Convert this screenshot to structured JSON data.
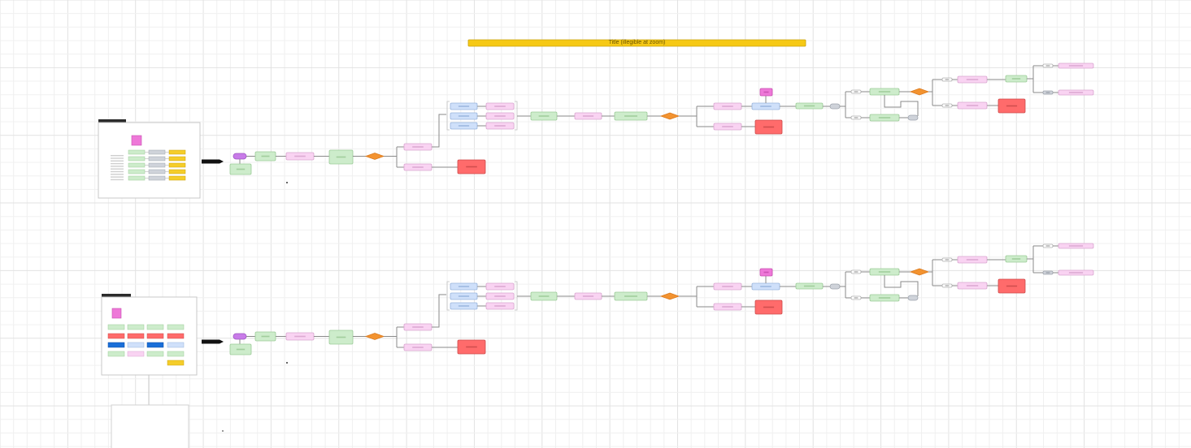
{
  "canvas": {
    "name": "diagram-canvas",
    "text_legible": false,
    "grid": true
  },
  "colors": {
    "grid_minor": "#f0f0f0",
    "grid_major": "#e2e2e2",
    "connector": "#8a8a8a",
    "title_bar": "#f6c915",
    "title_bar_border": "#c9a20c",
    "pink": "#f9d3f2",
    "pink_border": "#d9a6cf",
    "green": "#cdeccb",
    "green_border": "#9ccb98",
    "blue": "#cfe0fa",
    "blue_border": "#98b4dd",
    "dark_blue": "#1a6fd8",
    "red": "#ff6b6b",
    "red_border": "#cc4b4b",
    "orange": "#f39330",
    "magenta": "#ee78d8",
    "purple": "#c87be8",
    "gray": "#cfd3da",
    "yellow": "#f5cd2a",
    "black": "#111111",
    "frame_header": "#2b2b2b"
  },
  "title_banner": {
    "label": "Title (illegible at zoom)",
    "icon": "banner"
  },
  "thumbnails": [
    {
      "name": "thumbnail-1",
      "legend": "text-block"
    },
    {
      "name": "thumbnail-2",
      "legend": "grid"
    }
  ],
  "empty_frame": {
    "name": "empty-frame",
    "label": ""
  },
  "flows": [
    {
      "name": "flow-top",
      "start_arrow": "arrow-right-icon",
      "nodes": [
        {
          "id": "start",
          "kind": "terminal",
          "color": "purple"
        },
        {
          "id": "note",
          "kind": "process",
          "color": "green"
        },
        {
          "id": "p1",
          "kind": "process",
          "color": "green"
        },
        {
          "id": "p2",
          "kind": "process",
          "color": "pink"
        },
        {
          "id": "p3",
          "kind": "process",
          "color": "green"
        },
        {
          "id": "d1",
          "kind": "decision",
          "color": "orange"
        },
        {
          "id": "b1",
          "kind": "process",
          "color": "pink"
        },
        {
          "id": "b2",
          "kind": "process",
          "color": "pink"
        },
        {
          "id": "err1",
          "kind": "error",
          "color": "red"
        },
        {
          "id": "g1a",
          "kind": "process",
          "color": "blue"
        },
        {
          "id": "g1b",
          "kind": "process",
          "color": "blue"
        },
        {
          "id": "g1c",
          "kind": "process",
          "color": "blue"
        },
        {
          "id": "g2a",
          "kind": "process",
          "color": "pink"
        },
        {
          "id": "g2b",
          "kind": "process",
          "color": "pink"
        },
        {
          "id": "g2c",
          "kind": "process",
          "color": "pink"
        },
        {
          "id": "q1",
          "kind": "process",
          "color": "green"
        },
        {
          "id": "q2",
          "kind": "process",
          "color": "pink"
        },
        {
          "id": "q3",
          "kind": "process",
          "color": "green"
        },
        {
          "id": "d2",
          "kind": "decision",
          "color": "orange"
        },
        {
          "id": "r1",
          "kind": "process",
          "color": "pink"
        },
        {
          "id": "r2",
          "kind": "process",
          "color": "pink"
        },
        {
          "id": "rb",
          "kind": "process",
          "color": "blue"
        },
        {
          "id": "rm",
          "kind": "note",
          "color": "magenta"
        },
        {
          "id": "err2",
          "kind": "error",
          "color": "red"
        },
        {
          "id": "s1",
          "kind": "process",
          "color": "green"
        },
        {
          "id": "pill1",
          "kind": "terminal",
          "color": "gray"
        },
        {
          "id": "lab1",
          "kind": "label",
          "color": "white"
        },
        {
          "id": "lab2",
          "kind": "label",
          "color": "white"
        },
        {
          "id": "t1",
          "kind": "process",
          "color": "green"
        },
        {
          "id": "t2",
          "kind": "process",
          "color": "green"
        },
        {
          "id": "pill2",
          "kind": "terminal",
          "color": "gray"
        },
        {
          "id": "d3",
          "kind": "decision",
          "color": "orange"
        },
        {
          "id": "lab3",
          "kind": "label",
          "color": "white"
        },
        {
          "id": "lab4",
          "kind": "label",
          "color": "white"
        },
        {
          "id": "u1",
          "kind": "process",
          "color": "pink"
        },
        {
          "id": "u2",
          "kind": "process",
          "color": "pink"
        },
        {
          "id": "err3",
          "kind": "error",
          "color": "red"
        },
        {
          "id": "v1",
          "kind": "process",
          "color": "green"
        },
        {
          "id": "lab5",
          "kind": "label",
          "color": "white"
        },
        {
          "id": "lab6",
          "kind": "label",
          "color": "gray"
        },
        {
          "id": "w1",
          "kind": "process",
          "color": "pink"
        },
        {
          "id": "w2",
          "kind": "process",
          "color": "pink"
        }
      ]
    },
    {
      "name": "flow-bottom",
      "start_arrow": "arrow-right-icon",
      "nodes": "same-structure-as-flow-top"
    }
  ]
}
